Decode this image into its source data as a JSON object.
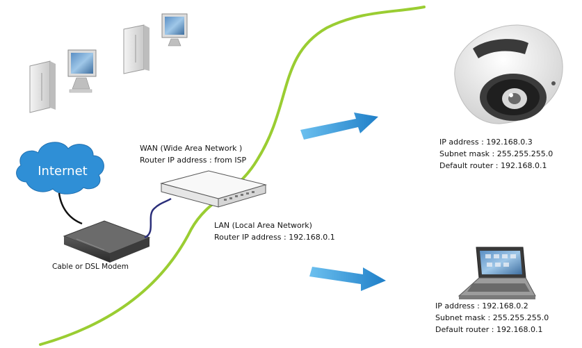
{
  "internet": {
    "label": "Internet"
  },
  "modem": {
    "label": "Cable or DSL Modem"
  },
  "wan": {
    "title": "WAN (Wide Area Network )",
    "router_ip": "Router IP address : from ISP"
  },
  "lan": {
    "title": "LAN (Local Area Network)",
    "router_ip": "Router IP address : 192.168.0.1"
  },
  "camera": {
    "ip": "IP address : 192.168.0.3",
    "subnet": "Subnet mask : 255.255.255.0",
    "router": "Default router : 192.168.0.1"
  },
  "laptop": {
    "ip": "IP address : 192.168.0.2",
    "subnet": "Subnet mask : 255.255.255.0",
    "router": "Default router : 192.168.0.1"
  },
  "colors": {
    "boundary_line": "#9acd32",
    "cloud": "#2f8fd6",
    "arrow": "#2a8fd0",
    "cable": "#2b2f7a"
  }
}
